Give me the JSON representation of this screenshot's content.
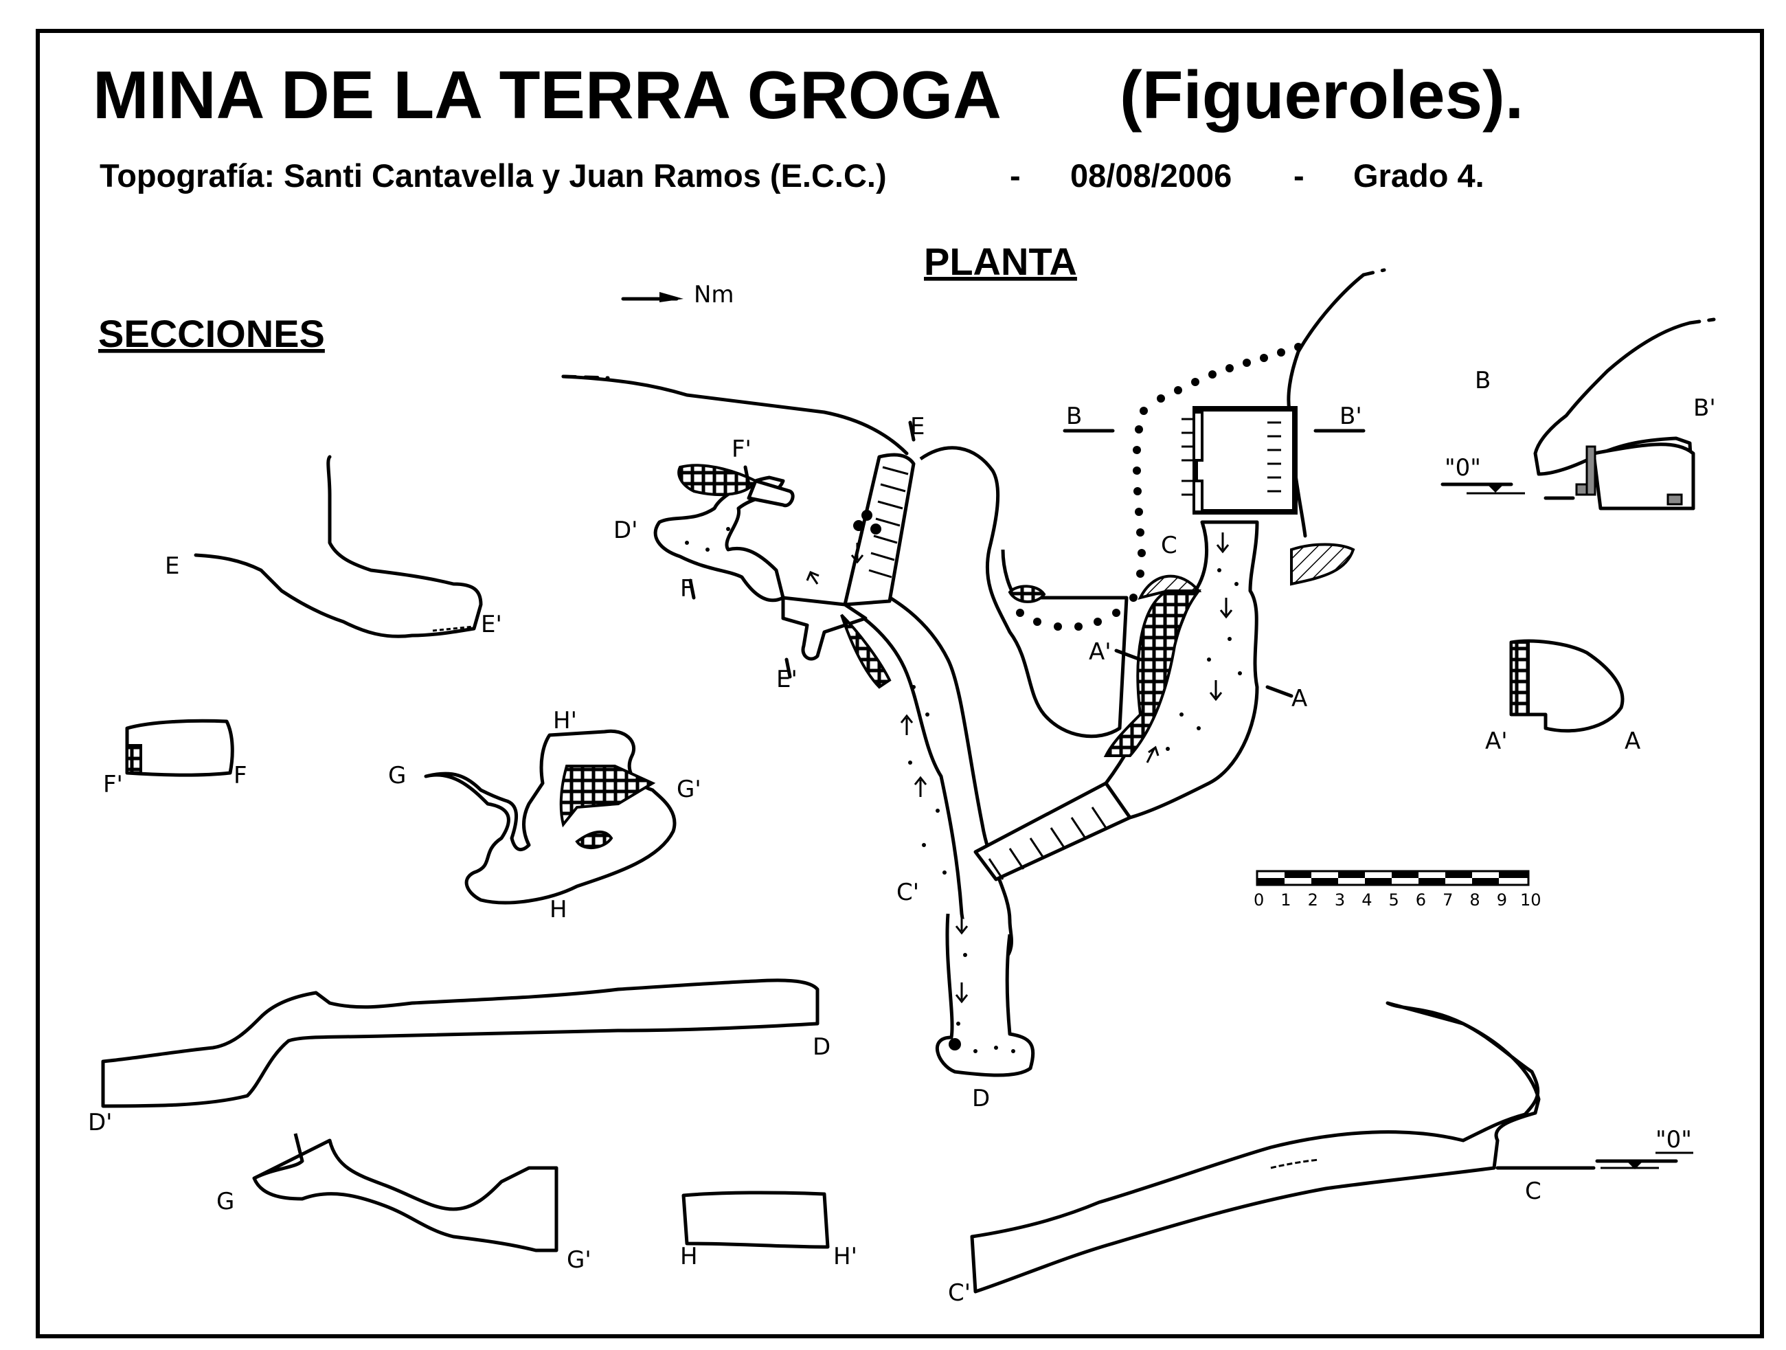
{
  "title_main": "MINA  DE  LA  TERRA  GROGA",
  "title_place": "(Figueroles).",
  "subtitle": {
    "topografia": "Topografía:  Santi Cantavella y Juan Ramos  (E.C.C.)",
    "sep1": "-",
    "date": "08/08/2006",
    "sep2": "-",
    "grade": "Grado  4."
  },
  "heading_planta": "PLANTA",
  "heading_secciones": "SECCIONES",
  "north_label": "Nm",
  "datum_label": "\"0\"",
  "scale_ticks": [
    "0",
    "1",
    "2",
    "3",
    "4",
    "5",
    "6",
    "7",
    "8",
    "9",
    "10"
  ],
  "plan_labels": {
    "E": "E",
    "E_prime": "E'",
    "F": "F",
    "F_prime": "F'",
    "D": "D",
    "D_prime": "D'",
    "C": "C",
    "C_prime": "C'",
    "A": "A",
    "A_prime": "A'",
    "B": "B",
    "B_prime": "B'",
    "G": "G",
    "G_prime": "G'",
    "H": "H",
    "H_prime": "H'"
  },
  "section_labels": {
    "E": "E",
    "E_prime": "E'",
    "F": "F",
    "F_prime": "F'",
    "D": "D",
    "D_prime": "D'",
    "G": "G",
    "G_prime": "G'",
    "H": "H",
    "H_prime": "H'",
    "C": "C",
    "C_prime": "C'",
    "B": "B",
    "B_prime": "B'",
    "A": "A",
    "A_prime": "A'"
  }
}
